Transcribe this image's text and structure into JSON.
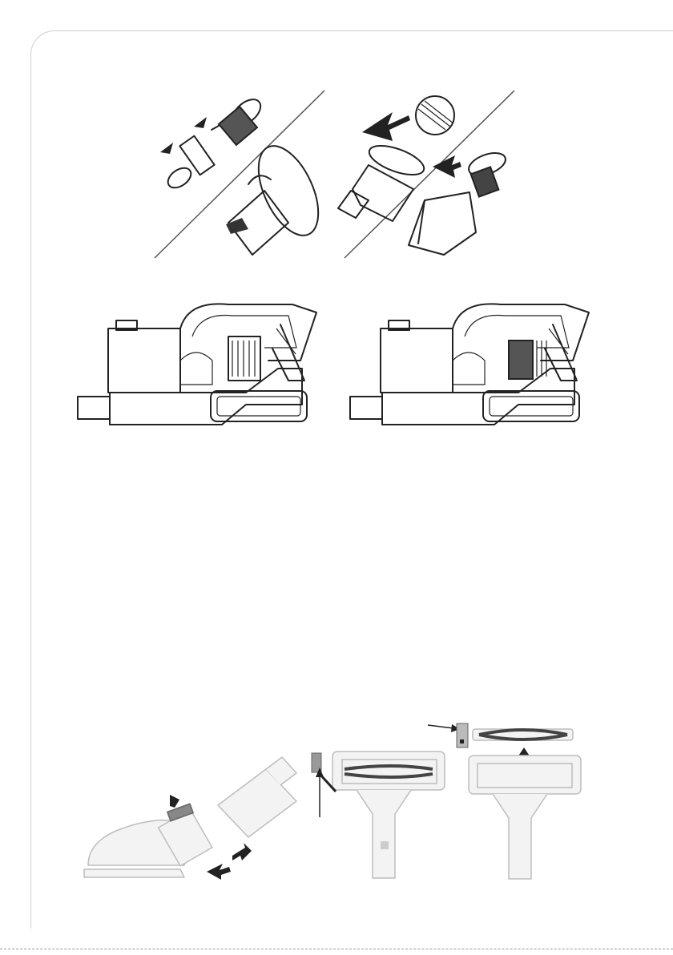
{
  "page": {
    "illustrations": [
      {
        "name": "filter-disassembly-steps",
        "icon": "filter-parts-diagram"
      },
      {
        "name": "handheld-unit-filter-inserted",
        "icon": "vacuum-body-diagram"
      },
      {
        "name": "handheld-unit-filter-removed",
        "icon": "vacuum-body-diagram"
      },
      {
        "name": "floor-head-detach",
        "icon": "floor-nozzle-diagram"
      },
      {
        "name": "brush-roll-release",
        "icon": "brush-head-diagram"
      },
      {
        "name": "brush-roll-removal",
        "icon": "brush-head-diagram"
      }
    ],
    "colors": {
      "frame": "#cfcfcf",
      "ink": "#222222",
      "light_gray": "#bdbdbd"
    }
  }
}
